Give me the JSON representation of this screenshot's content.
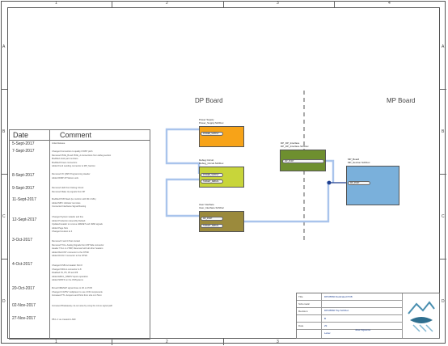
{
  "frame": {
    "col_numbers": [
      "1",
      "2",
      "3",
      "4"
    ],
    "row_letters": [
      "A",
      "B",
      "C",
      "D"
    ]
  },
  "revision_table": {
    "header_date": "Date",
    "header_comment": "Comment",
    "rows": [
      {
        "date": "5-Sept-2017",
        "notes": [
          "Initial Release"
        ]
      },
      {
        "date": "7-Sept-2017",
        "notes": [
          "Changed Connectors to quality 0.5057 pitch",
          "Removed PCIE_B and PCIE_A connections from debug section",
          "Modified clock part numbers",
          "Modified Power connectors",
          "Added Fund Landing connector to MP_Section"
        ]
      },
      {
        "date": "8-Sept-2017",
        "notes": [
          "Removed 3V QSPI Programming Header",
          "Added RIMP 2P Status Leds"
        ]
      },
      {
        "date": "9-Sept-2017",
        "notes": [
          "Removed LED from Debug Circuit",
          "Removed Make Up signals from DP"
        ]
      },
      {
        "date": "11-Sept-2017",
        "notes": [
          "Modified PCB Stack (to conform with FR-4 MIL)",
          "Added MPC indicator test sites",
          "Connected Interfaces Signal Routing"
        ]
      },
      {
        "date": "12-Sept-2017",
        "notes": [
          "Changed System Header and line",
          "Added Production Assembly Default",
          "Updated Header to remove nRESET and nNMI signals",
          "Added Page Size",
          "Changed revision to 4"
        ]
      },
      {
        "date": "3-Oct-2017",
        "notes": [
          "Removed 3 and 4 Test contact",
          "Removed TCLL Analog Signals from MP Side connector",
          "Header TCLL to JTMP, Reserved with all other headers",
          "Added ReCOST connector to the NTSD",
          "Added DCOL7 connector to the NTSD"
        ]
      },
      {
        "date": "4-Oct-2017",
        "notes": [
          "Changed USB cut Header Part #",
          "Changed SDA to connector to 8",
          "Disabled P1, P5, P6 and P8",
          "Added EMCL_NSRIS Vspice operation",
          "Added NPATZ on the ONSystems"
        ]
      },
      {
        "date": "20-Oct-2017",
        "notes": [
          "Moved NRESET signal close to JR on PCB",
          "Changed 3.3V/5V multiplexer to use 4 FR components",
          "Increased TTL Jumpers and Ports from size to 2.5mm"
        ]
      },
      {
        "date": "02-Nov-2017",
        "notes": [
          "Increased Breakaway cut-out area by using the minus signal path"
        ]
      },
      {
        "date": "27-Nov-2017",
        "notes": [
          "PB 1.2: as created in ANF"
        ]
      }
    ]
  },
  "board_titles": {
    "dp": "DP Board",
    "mp": "MP Board"
  },
  "blocks": {
    "power": {
      "title": "Power Supply",
      "subtitle": "Power_Supply.SchDoc",
      "ports": [
        "POWER_SUPPLY"
      ],
      "color": "#f7a318"
    },
    "debug": {
      "title": "Debug Circuit",
      "subtitle": "Debug_Circuit.SchDoc",
      "ports": [
        "POWER_SUPPLY",
        "TARGET_DEBUG"
      ],
      "color": "#c8d53a"
    },
    "user": {
      "title": "User Interface",
      "subtitle": "User_Interface.SchDoc",
      "ports": [
        "MP_PORT",
        "TARGET_DEBUG"
      ],
      "color": "#9b8a3c"
    },
    "dpif": {
      "title": "DP_DP_Interface",
      "subtitle": "DP_DP_Interface.SchDoc",
      "ports": [
        "MP_PORT"
      ],
      "color": "#6e8f2f"
    },
    "mp": {
      "title": "MP_Board",
      "subtitle": "MP_Section.SchDoc",
      "ports": [
        "MP_PORT"
      ],
      "color": "#7ab0db"
    }
  },
  "title_block": {
    "title_label": "Title",
    "title_value": "DPCB560 Dedicated PCB",
    "schematic_label": "Schematic",
    "schematic_value": "DPCB560 Top.SchDoc",
    "revision_label": "Revision",
    "revision_value": "B",
    "date_label": "Date",
    "date_value": "29",
    "sheet_value": "Letter",
    "author_value": "Jose Figueroa"
  },
  "colors": {
    "wire": "#a9c4ec",
    "wire_dark": "#1f3f8f",
    "divider": "#555555"
  }
}
